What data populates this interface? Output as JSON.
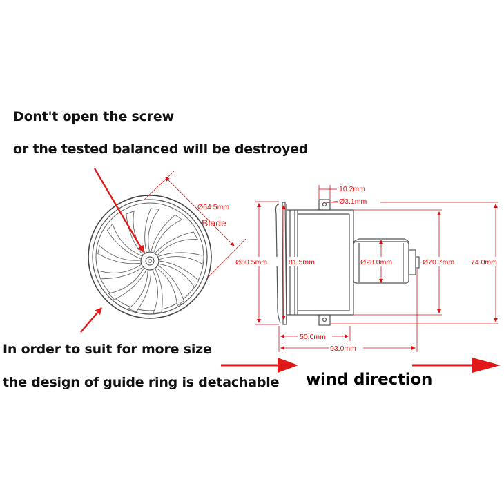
{
  "notes": {
    "screw_line1": "Dont't open the screw",
    "screw_line2": "or the tested balanced will be destroyed",
    "ring_line1": "In order to suit for more size",
    "ring_line2": "the design of guide ring is detachable",
    "wind": "wind direction"
  },
  "front_view": {
    "blade_label": "Blade",
    "blade_diameter": "Ø64.5mm",
    "blade_count": 13
  },
  "side_view": {
    "dims": {
      "tab_width": "10.2mm",
      "hole": "Ø3.1mm",
      "lip_diameter": "Ø80.5mm",
      "duct_diameter": "81.5mm",
      "motor_diameter": "Ø28.0mm",
      "rear_diameter": "Ø70.7mm",
      "overall_height": "74.0mm",
      "mount_length": "50.0mm",
      "overall_length": "93.0mm"
    }
  },
  "colors": {
    "annotation_red": "#e01818",
    "dimension_red": "#d11111",
    "drawing_line": "#555555",
    "text": "#111111"
  }
}
